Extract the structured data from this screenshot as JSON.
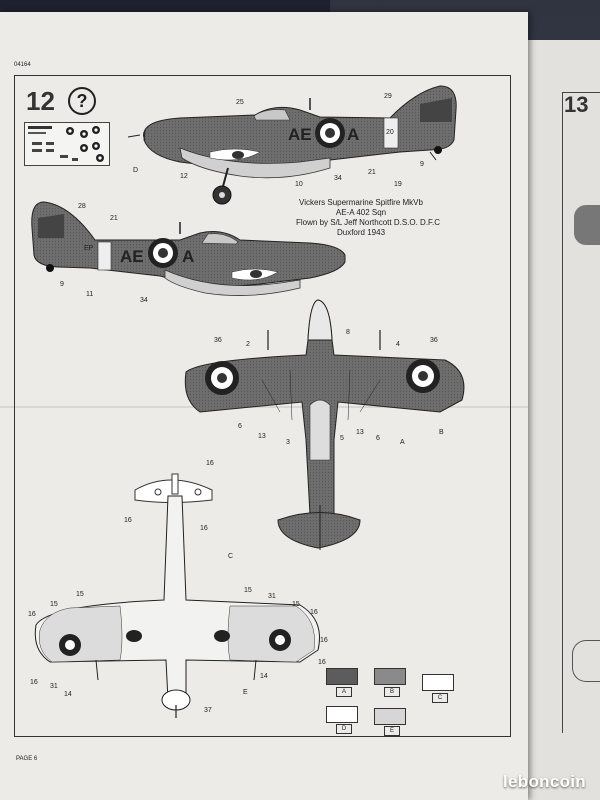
{
  "document": {
    "doc_code": "04164",
    "page_label": "PAGE 6",
    "step_number": "12",
    "info_symbol": "?",
    "next_step_number": "13"
  },
  "aircraft_legend": [
    "Vickers Supermarine Spitfire MkVb",
    "AE-A  402 Sqn",
    "Flown by S/L Jeff Northcott D.S.O. D.F.C",
    "Duxford 1943"
  ],
  "markings": {
    "codes": "AE",
    "letter": "A",
    "serial_prefix": "EP"
  },
  "callouts": {
    "side_top": [
      "25",
      "29",
      "D",
      "12",
      "10",
      "34",
      "21",
      "20",
      "9",
      "19"
    ],
    "side_bottom": [
      "28",
      "21",
      "9",
      "11",
      "34"
    ],
    "top_view": [
      "36",
      "2",
      "8",
      "4",
      "36",
      "6",
      "13",
      "3",
      "5",
      "13",
      "6",
      "A",
      "B"
    ],
    "tail": [
      "16",
      "16",
      "16"
    ],
    "bottom_view": [
      "C",
      "15",
      "31",
      "15",
      "16",
      "15",
      "16",
      "15",
      "16",
      "16",
      "31",
      "14",
      "E",
      "14",
      "16",
      "37"
    ]
  },
  "colors": {
    "swatches": [
      {
        "label": "A",
        "color": "#5c5c5c"
      },
      {
        "label": "B",
        "color": "#8a8a8a"
      },
      {
        "label": "C",
        "color": "#ffffff"
      },
      {
        "label": "D",
        "color": "#ffffff"
      },
      {
        "label": "E",
        "color": "#d6d6d6"
      }
    ],
    "paper": "#ecebe8"
  },
  "watermark": "leboncoin"
}
